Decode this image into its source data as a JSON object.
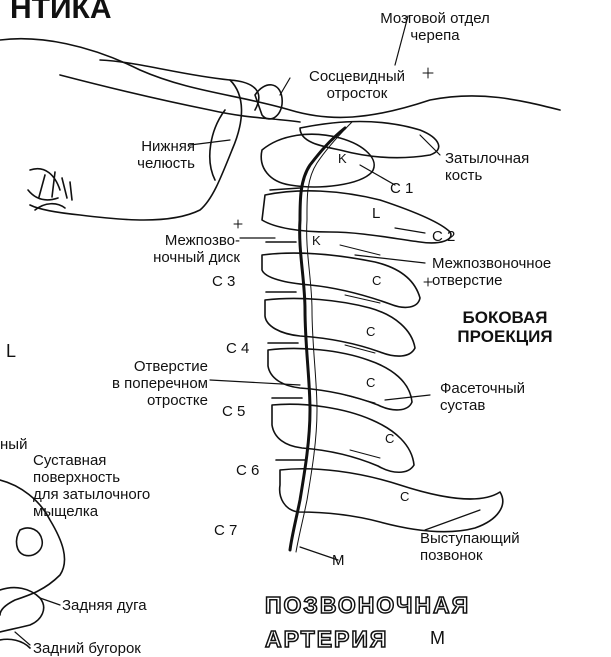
{
  "title_fragment": "НТИКА",
  "labels": {
    "cranium_1": "Мозговой отдел",
    "cranium_2": "черепа",
    "mastoid_1": "Сосцевидный",
    "mastoid_2": "отросток",
    "mandible_1": "Нижняя",
    "mandible_2": "челюсть",
    "occipital_1": "Затылочная",
    "occipital_2": "кость",
    "disc_1": "Межпозво-",
    "disc_2": "ночный диск",
    "foramen_1": "Межпозвоночное",
    "foramen_2": "отверстие",
    "lateral_1": "БОКОВАЯ",
    "lateral_2": "ПРОЕКЦИЯ",
    "transverse_1": "Отверстие",
    "transverse_2": "в поперечном",
    "transverse_3": "отростке",
    "facet_1": "Фасеточный",
    "facet_2": "сустав",
    "articular_1": "Суставная",
    "articular_2": "поверхность",
    "articular_3": "для затылочного",
    "articular_4": "мыщелка",
    "edge_fragment": "ный",
    "prominens_1": "Выступающий",
    "prominens_2": "позвонок",
    "posterior_arch": "Задняя дуга",
    "posterior_tubercle": "Задний бугорок",
    "artery_1": "ПОЗВОНОЧНАЯ",
    "artery_2": "АРТЕРИЯ",
    "artery_marker": "М",
    "artery_tag": "M"
  },
  "vertebrae": {
    "c1": "C 1",
    "c2": "C 2",
    "c3": "C 3",
    "c4": "C 4",
    "c5": "C 5",
    "c6": "C 6",
    "c7": "C 7"
  },
  "markers": {
    "l_left": "L",
    "l_c2": "L",
    "k_c1": "K",
    "k_c2": "K",
    "c_letter": "C"
  },
  "colors": {
    "ink": "#111111",
    "paper": "#ffffff"
  }
}
